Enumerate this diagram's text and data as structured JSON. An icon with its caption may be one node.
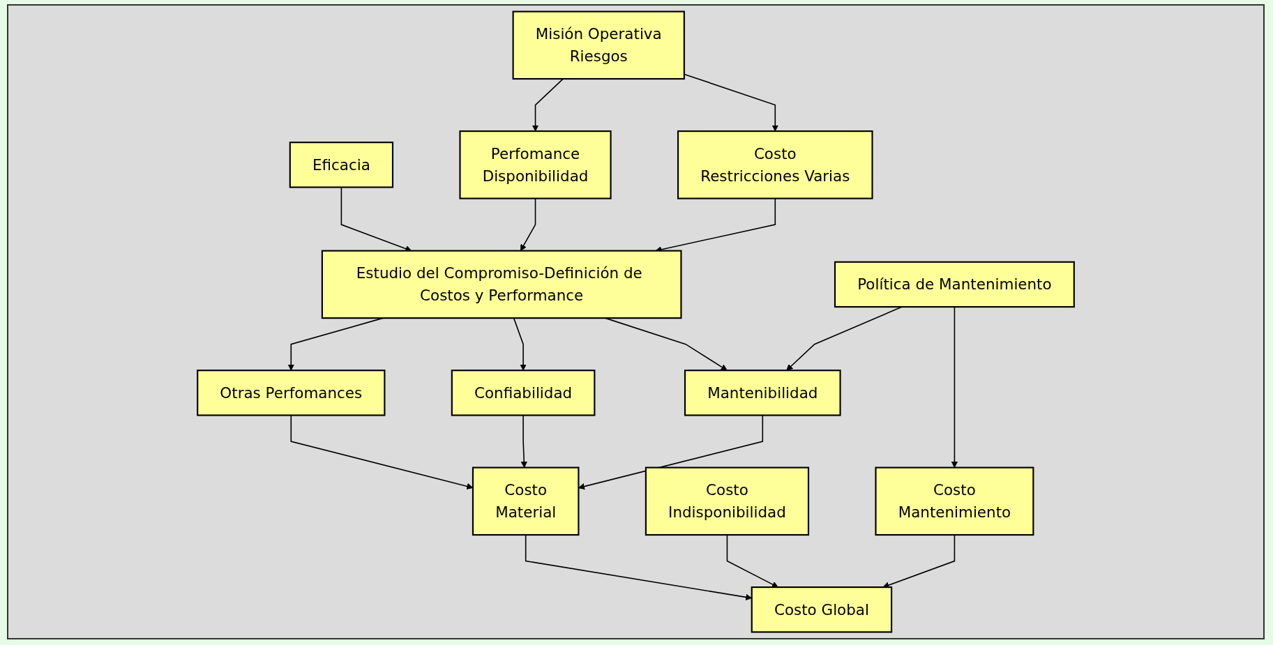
{
  "diagram": {
    "nodes": [
      {
        "text": [
          "Misión Operativa",
          "Riesgos"
        ]
      },
      {
        "text": [
          "Perfomance",
          "Disponibilidad"
        ]
      },
      {
        "text": [
          "Costo",
          "Restricciones Varias"
        ]
      },
      {
        "text": [
          "Eficacia"
        ]
      },
      {
        "text": [
          "Estudio del Compromiso-Definición de Costos y Performance"
        ]
      },
      {
        "text": [
          "Otras Perfomances"
        ]
      },
      {
        "text": [
          "Confiabilidad"
        ]
      },
      {
        "text": [
          "Mantenibilidad"
        ]
      },
      {
        "text": [
          "Costo",
          "Material"
        ]
      },
      {
        "text": [
          "Política de Mantenimiento"
        ]
      },
      {
        "text": [
          "Costo",
          "Mantenimiento"
        ]
      },
      {
        "text": [
          "Costo",
          "Indisponibilidad"
        ]
      },
      {
        "text": [
          "Costo Global"
        ]
      }
    ],
    "edges": [
      {
        "from": 0,
        "to": 1,
        "arrow": "to"
      },
      {
        "from": 0,
        "to": 2,
        "arrow": "to"
      },
      {
        "from": 3,
        "to": 4,
        "arrow": "to"
      },
      {
        "from": 1,
        "to": 4,
        "arrow": "to"
      },
      {
        "from": 2,
        "to": 4,
        "arrow": "to"
      },
      {
        "from": 4,
        "to": 5,
        "arrow": "to"
      },
      {
        "from": 4,
        "to": 6,
        "arrow": "to"
      },
      {
        "from": 4,
        "to": 7,
        "arrow": "to"
      },
      {
        "from": 5,
        "to": 8,
        "arrow": "to"
      },
      {
        "from": 6,
        "to": 8,
        "arrow": "to"
      },
      {
        "from": 7,
        "to": 8,
        "arrow": "to"
      },
      {
        "from": 9,
        "to": 7,
        "arrow": "to"
      },
      {
        "from": 9,
        "to": 10,
        "arrow": "to"
      },
      {
        "from": 8,
        "to": 12,
        "arrow": "to"
      },
      {
        "from": 11,
        "to": 12,
        "arrow": "to"
      },
      {
        "from": 10,
        "to": 12,
        "arrow": "to"
      }
    ]
  }
}
